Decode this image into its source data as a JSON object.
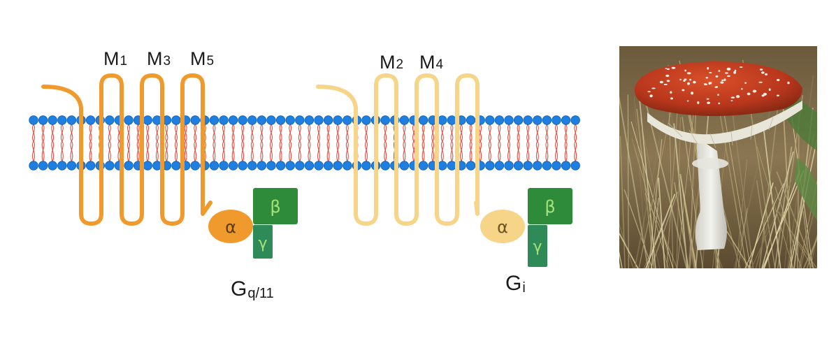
{
  "left_receptors": {
    "labels": [
      {
        "letter": "M",
        "sub": "1"
      },
      {
        "letter": "M",
        "sub": "3"
      },
      {
        "letter": "M",
        "sub": "5"
      }
    ],
    "color": "#f09a2e",
    "gprotein": {
      "alpha": "α",
      "beta": "β",
      "gamma": "γ",
      "name_main": "G",
      "name_sub": "q/11",
      "alpha_color": "#f09a2e"
    }
  },
  "right_receptors": {
    "labels": [
      {
        "letter": "M",
        "sub": "2"
      },
      {
        "letter": "M",
        "sub": "4"
      }
    ],
    "color": "#f6d488",
    "gprotein": {
      "alpha": "α",
      "beta": "β",
      "gamma": "γ",
      "name_main": "G",
      "name_sub": "i",
      "alpha_color": "#f6d488"
    }
  },
  "colors": {
    "membrane_heads": "#1f7fe0",
    "membrane_tails": "#e23b2e",
    "beta_green": "#2e8b3a",
    "gamma_green": "#2e8b57",
    "greek_text": "#a8e07a"
  },
  "photo": {
    "subject": "mushroom"
  }
}
